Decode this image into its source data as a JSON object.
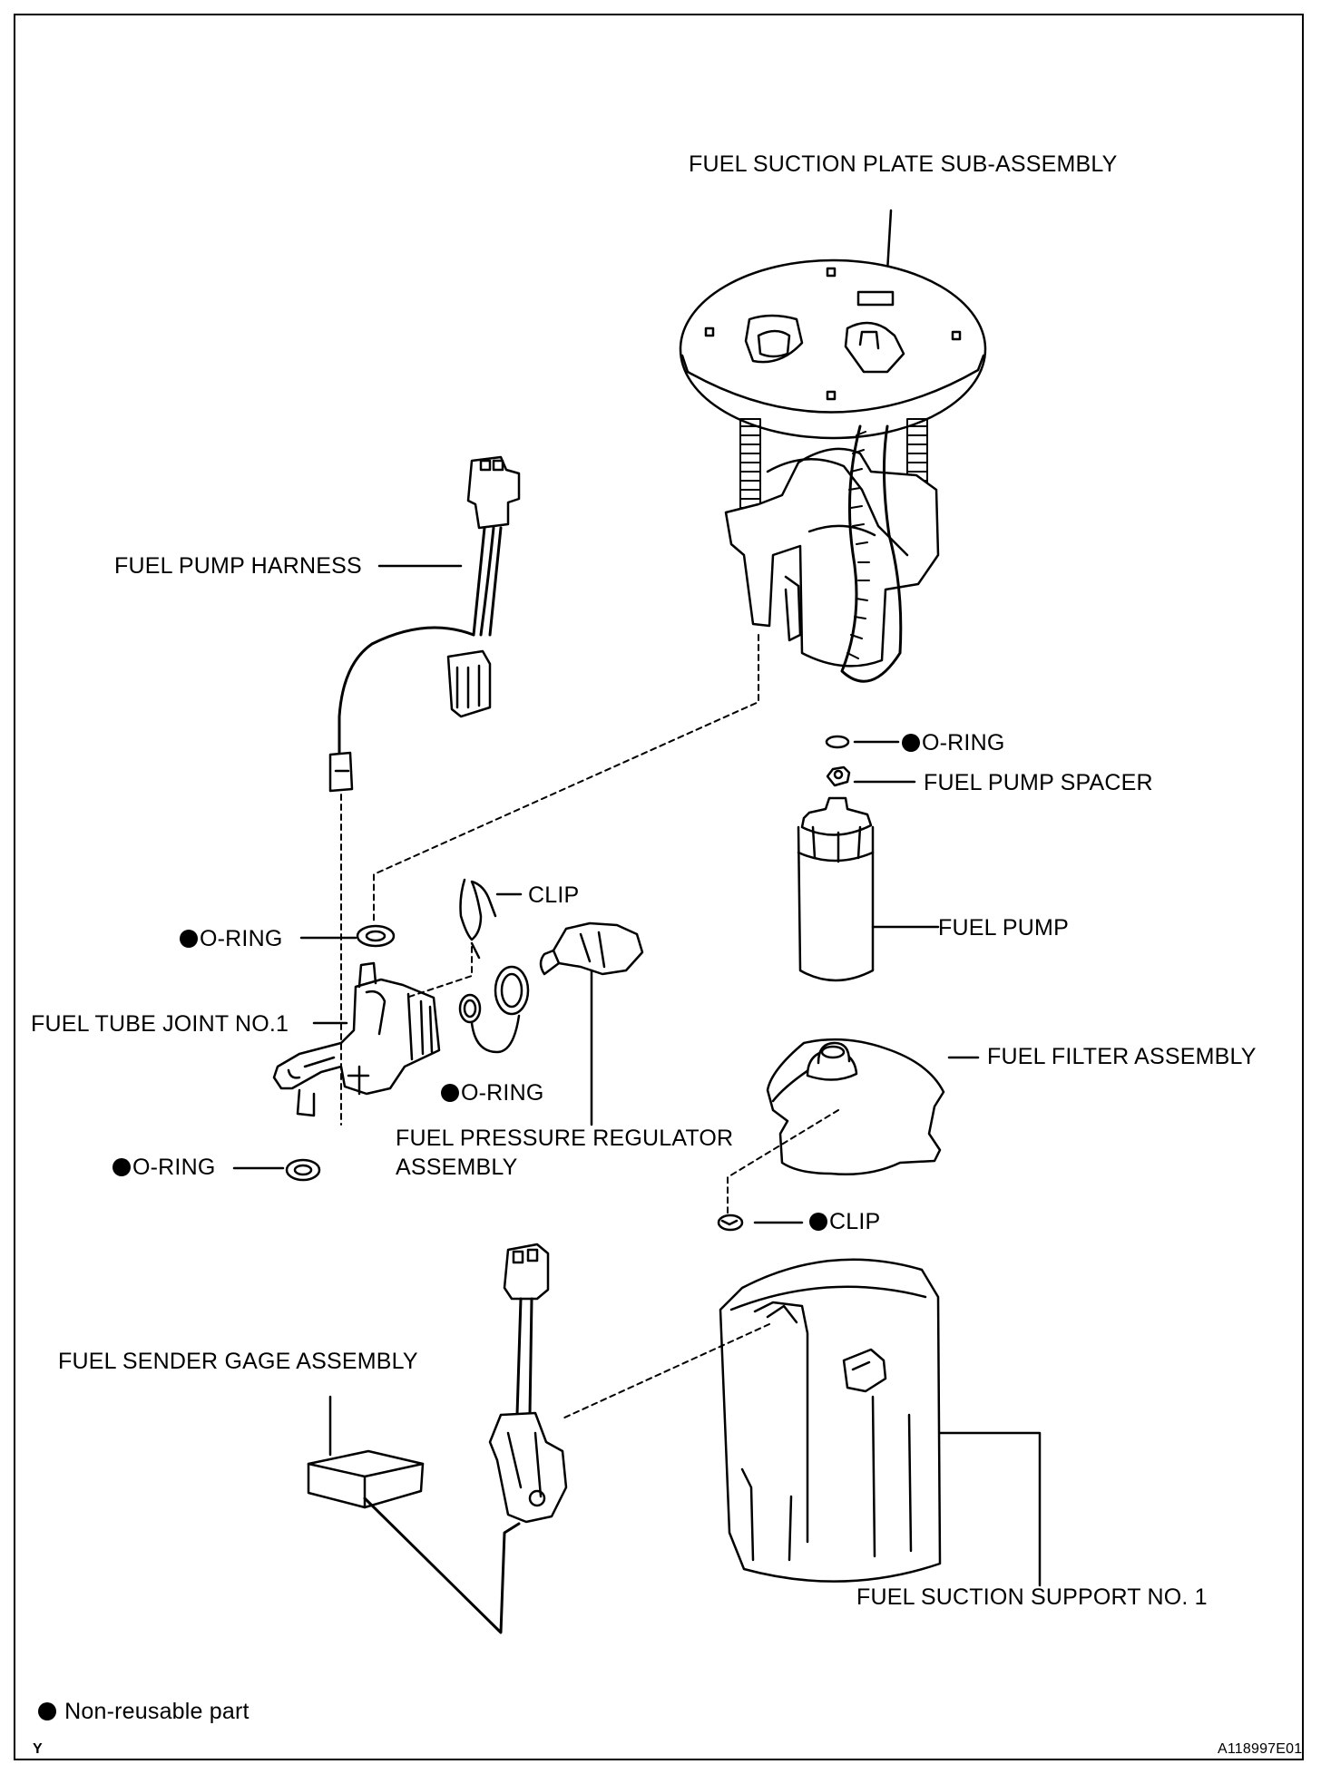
{
  "labels": {
    "suction_plate": "FUEL SUCTION PLATE SUB-ASSEMBLY",
    "pump_harness": "FUEL PUMP HARNESS",
    "oring_top": "O-RING",
    "pump_spacer": "FUEL PUMP SPACER",
    "clip_top": "CLIP",
    "oring_left": "O-RING",
    "fuel_pump": "FUEL PUMP",
    "tube_joint": "FUEL TUBE JOINT NO.1",
    "filter_assembly": "FUEL FILTER ASSEMBLY",
    "oring_mid": "O-RING",
    "regulator_line1": "FUEL PRESSURE REGULATOR",
    "regulator_line2": "ASSEMBLY",
    "oring_bottom": "O-RING",
    "clip_bottom": "CLIP",
    "sender_gage": "FUEL SENDER GAGE ASSEMBLY",
    "suction_support": "FUEL SUCTION SUPPORT NO. 1"
  },
  "legend": {
    "text": "Non-reusable part"
  },
  "footer": {
    "code_left": "Y",
    "code_right": "A118997E01"
  }
}
